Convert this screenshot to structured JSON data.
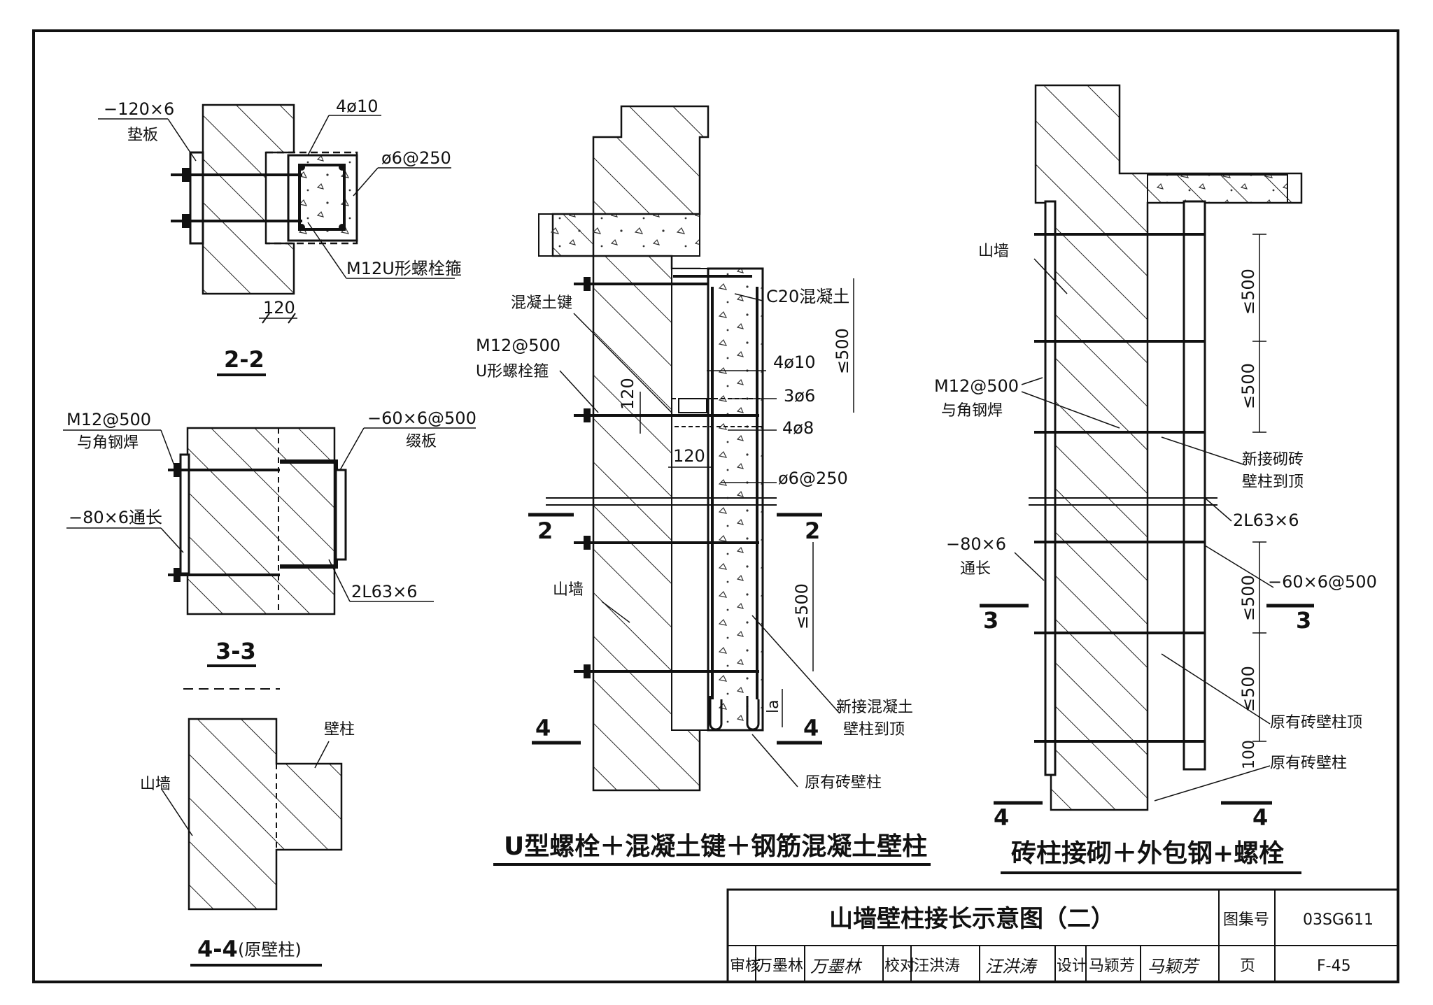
{
  "section_2_2": {
    "label_plate": "−120×6",
    "label_plate_sub": "垫板",
    "label_rebar": "4ø10",
    "label_stirrup": "ø6@250",
    "label_ubolt": "M12U形螺栓箍",
    "dim_120": "120",
    "title": "2-2"
  },
  "section_3_3": {
    "label_bolt": "M12@500",
    "label_bolt_sub": "与角钢焊",
    "label_strap": "−60×6@500",
    "label_strap_sub": "缀板",
    "label_flat": "−80×6通长",
    "label_angle": "2L63×6",
    "title": "3-3"
  },
  "section_4_4": {
    "label_pilaster": "壁柱",
    "label_wall": "山墙",
    "title": "4-4",
    "title_sub": "(原壁柱)"
  },
  "detail_a": {
    "label_key": "混凝土键",
    "label_bolt": "M12@500",
    "label_bolt_sub": "U形螺栓箍",
    "label_c20": "C20混凝土",
    "label_4phi10": "4ø10",
    "label_3phi6": "3ø6",
    "label_4phi8": "4ø8",
    "label_stirrup": "ø6@250",
    "label_wall": "山墙",
    "dim_120_v": "120",
    "dim_120_h": "120",
    "dim_le500_top": "≤500",
    "dim_le500_bottom": "≤500",
    "dim_la": "la",
    "label_new": "新接混凝土",
    "label_new_sub": "壁柱到顶",
    "label_original": "原有砖壁柱",
    "cut_2": "2",
    "cut_4": "4",
    "caption": "U型螺栓＋混凝土键＋钢筋混凝土壁柱"
  },
  "detail_b": {
    "label_wall": "山墙",
    "label_bolt": "M12@500",
    "label_bolt_sub": "与角钢焊",
    "label_new_brick": "新接砌砖",
    "label_new_brick_sub": "壁柱到顶",
    "label_angle": "2L63×6",
    "label_flat": "−80×6",
    "label_flat_sub": "通长",
    "label_strap": "−60×6@500",
    "label_top": "原有砖壁柱顶",
    "label_original": "原有砖壁柱",
    "dims": [
      "≤500",
      "≤500",
      "≤500",
      "≤500",
      "100"
    ],
    "cut_3": "3",
    "cut_4": "4",
    "caption": "砖柱接砌＋外包钢+螺栓"
  },
  "title_block": {
    "drawing_title": "山墙壁柱接长示意图（二）",
    "atlas_label": "图集号",
    "atlas_no": "03SG611",
    "review_label": "审核",
    "reviewer": "万墨林",
    "reviewer_sig": "万墨林",
    "check_label": "校对",
    "checker": "汪洪涛",
    "checker_sig": "汪洪涛",
    "design_label": "设计",
    "designer": "马颖芳",
    "designer_sig": "马颖芳",
    "page_label": "页",
    "page_no": "F-45"
  }
}
